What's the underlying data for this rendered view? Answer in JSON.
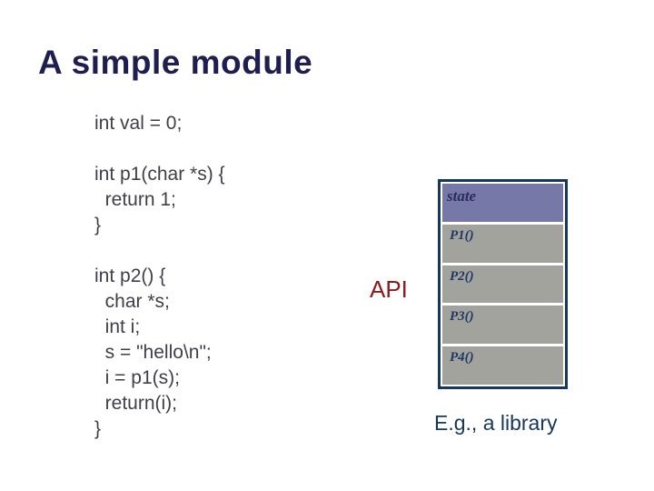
{
  "slide": {
    "title": "A simple module",
    "code": {
      "block1": [
        "int val = 0;"
      ],
      "block2": [
        "int p1(char *s) {",
        "  return 1;",
        "}"
      ],
      "block3": [
        "int p2() {",
        "  char *s;",
        "  int i;",
        "  s = \"hello\\n\";",
        "  i = p1(s);",
        "  return(i);",
        "}"
      ]
    },
    "api_label": "API",
    "module_box": {
      "header": "state",
      "rows": [
        "P1()",
        "P2()",
        "P3()",
        "P4()"
      ]
    },
    "caption": "E.g., a library",
    "colors": {
      "title_text": "#1E1E50",
      "code_text": "#3F3F4A",
      "api_label_text": "#8E1B1B",
      "box_border": "#17375E",
      "state_header_bg": "#7678A8",
      "state_header_text": "#2B2B60",
      "row_bg": "#A3A39E",
      "row_text": "#1F3864",
      "caption_text": "#17375E",
      "background": "#FFFFFF"
    }
  }
}
